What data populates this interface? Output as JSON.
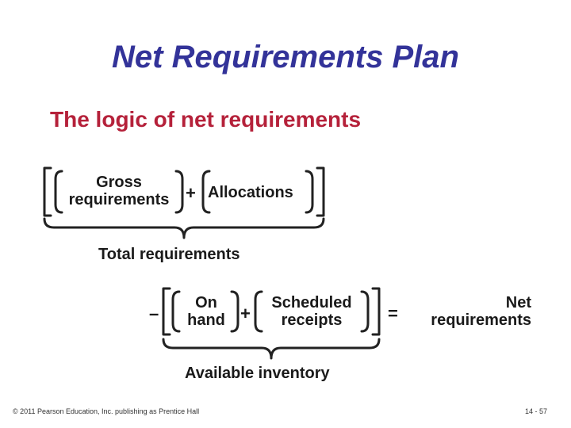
{
  "slide": {
    "title": "Net Requirements Plan",
    "subtitle": "The logic of net requirements"
  },
  "equation": {
    "gross_line1": "Gross",
    "gross_line2": "requirements",
    "plus_1": "+",
    "allocations": "Allocations",
    "total_label": "Total requirements",
    "minus": "–",
    "on_hand_line1": "On",
    "on_hand_line2": "hand",
    "plus_2": "+",
    "scheduled_line1": "Scheduled",
    "scheduled_line2": "receipts",
    "equals": "=",
    "net_line1": "Net",
    "net_line2": "requirements",
    "available_label": "Available inventory"
  },
  "footer": {
    "copyright": "© 2011 Pearson Education, Inc. publishing as Prentice Hall",
    "page": "14 - 57"
  }
}
